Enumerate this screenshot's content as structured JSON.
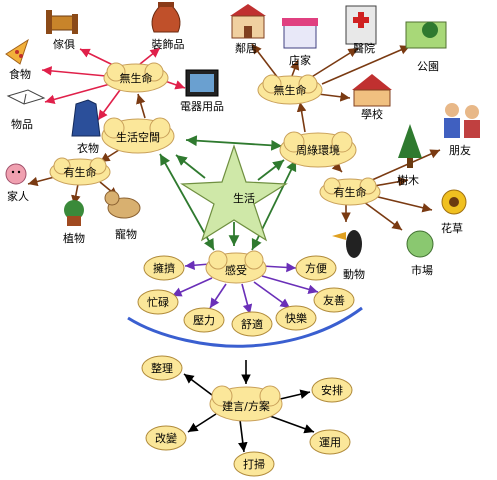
{
  "colors": {
    "cloud_fill": "#fbe79a",
    "cloud_stroke": "#c9a05a",
    "oval_fill": "#fbe79a",
    "oval_stroke": "#b08a3a",
    "star_fill": "#cfe8a8",
    "star_stroke": "#6f8f40",
    "arrow_red": "#e0204a",
    "arrow_brown": "#7a3a12",
    "arrow_green": "#2f7a2f",
    "arrow_purple": "#6a2fb8",
    "arrow_black": "#000000",
    "wave": "#3a5fd0"
  },
  "center": {
    "label": "生活"
  },
  "hubs": {
    "living_space": "生活空間",
    "surroundings": "周綠環境",
    "feeling": "感受",
    "plan": "建言/方案"
  },
  "nonliving_left": {
    "label": "無生命",
    "items": [
      "傢俱",
      "裝飾品",
      "食物",
      "物品",
      "衣物",
      "電器用品"
    ]
  },
  "living_left": {
    "label": "有生命",
    "items": [
      "家人",
      "植物",
      "寵物"
    ]
  },
  "nonliving_right": {
    "label": "無生命",
    "items": [
      "鄰居",
      "店家",
      "醫院",
      "公園",
      "學校"
    ]
  },
  "living_right": {
    "label": "有生命",
    "items": [
      "朋友",
      "樹木",
      "花草",
      "動物",
      "市場"
    ]
  },
  "feelings": [
    "擁擠",
    "方便",
    "忙碌",
    "友善",
    "壓力",
    "舒適",
    "快樂"
  ],
  "plan_items": [
    "整理",
    "安排",
    "改變",
    "運用",
    "打掃"
  ]
}
